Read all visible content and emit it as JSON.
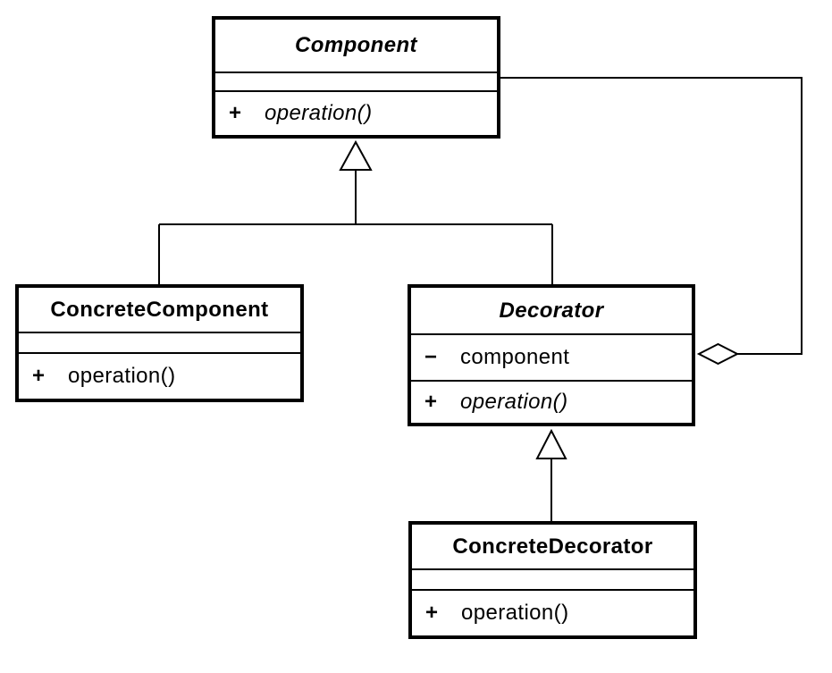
{
  "classes": {
    "component": {
      "name": "Component",
      "operations": [
        {
          "visibility": "+",
          "signature": "operation()"
        }
      ]
    },
    "concreteComponent": {
      "name": "ConcreteComponent",
      "operations": [
        {
          "visibility": "+",
          "signature": "operation()"
        }
      ]
    },
    "decorator": {
      "name": "Decorator",
      "attributes": [
        {
          "visibility": "−",
          "name": "component"
        }
      ],
      "operations": [
        {
          "visibility": "+",
          "signature": "operation()"
        }
      ]
    },
    "concreteDecorator": {
      "name": "ConcreteDecorator",
      "operations": [
        {
          "visibility": "+",
          "signature": "operation()"
        }
      ]
    }
  },
  "relationships": [
    {
      "type": "generalization",
      "from": "ConcreteComponent",
      "to": "Component",
      "marker": "hollow-triangle"
    },
    {
      "type": "generalization",
      "from": "Decorator",
      "to": "Component",
      "marker": "hollow-triangle"
    },
    {
      "type": "generalization",
      "from": "ConcreteDecorator",
      "to": "Decorator",
      "marker": "hollow-triangle"
    },
    {
      "type": "aggregation",
      "from": "Decorator",
      "to": "Component",
      "marker": "hollow-diamond"
    }
  ],
  "icons": {
    "generalization_arrow": "hollow-triangle",
    "aggregation_marker": "hollow-diamond"
  },
  "colors": {
    "line": "#000000",
    "fill": "#ffffff",
    "background": "#ffffff"
  }
}
